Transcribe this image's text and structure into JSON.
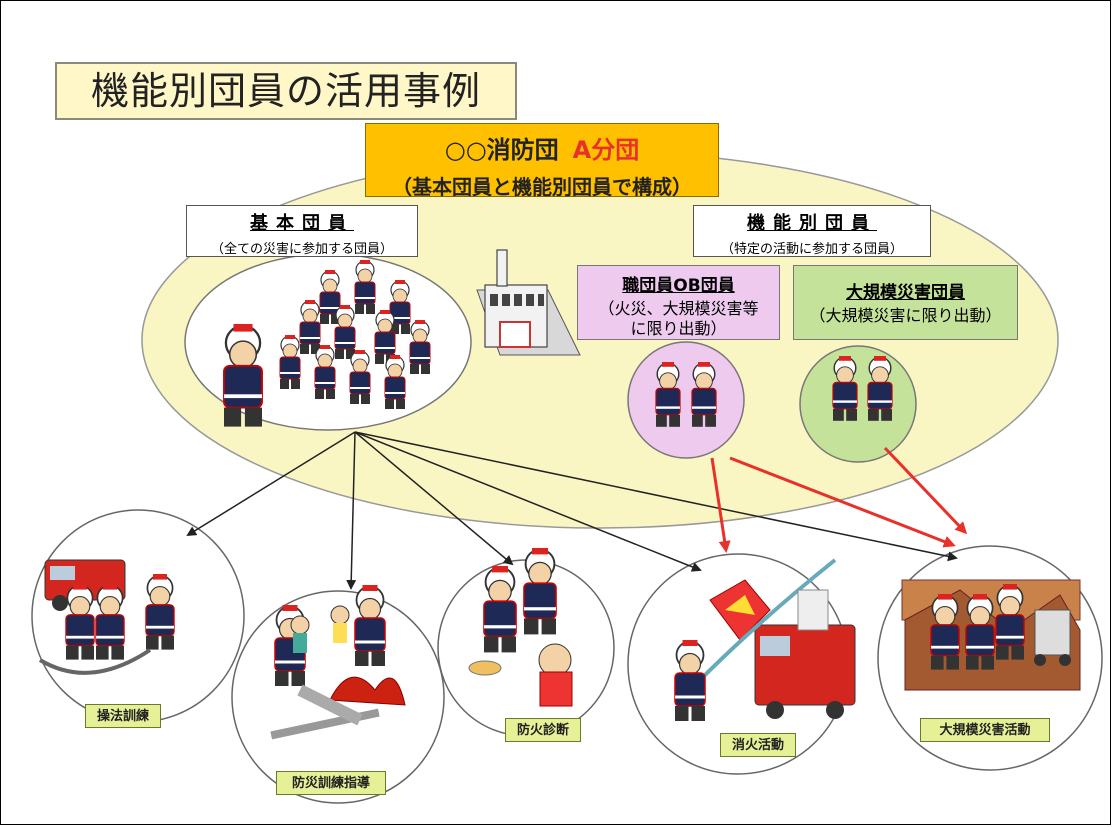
{
  "title": "機能別団員の活用事例",
  "unit": {
    "name": "○○消防団",
    "branch": "A分団",
    "composition": "（基本団員と機能別団員で構成）"
  },
  "basic_members": {
    "title": "基本団員",
    "subtitle": "（全ての災害に参加する団員）"
  },
  "functional_members": {
    "title": "機能別団員",
    "subtitle": "（特定の活動に参加する団員）",
    "ob_members": {
      "title": "職団員OB団員",
      "lines": [
        "（火災、大規模災害等",
        "に限り出動）"
      ]
    },
    "disaster_members": {
      "title": "大規模災害団員",
      "subtitle": "（大規模災害に限り出動）"
    }
  },
  "activities": [
    {
      "label": "操法訓練"
    },
    {
      "label": "防災訓練指導"
    },
    {
      "label": "防火診断"
    },
    {
      "label": "消火活動"
    },
    {
      "label": "大規模災害活動"
    }
  ],
  "colors": {
    "outer_ellipse": "#FAF6C4",
    "unit_box": "#FFC000",
    "branch_text": "#E8312A",
    "ob_fill": "#EECBEE",
    "disaster_fill": "#C5E29A",
    "activity_label": "#E6F097",
    "black_arrow": "#222222",
    "red_arrow": "#E8312A"
  }
}
